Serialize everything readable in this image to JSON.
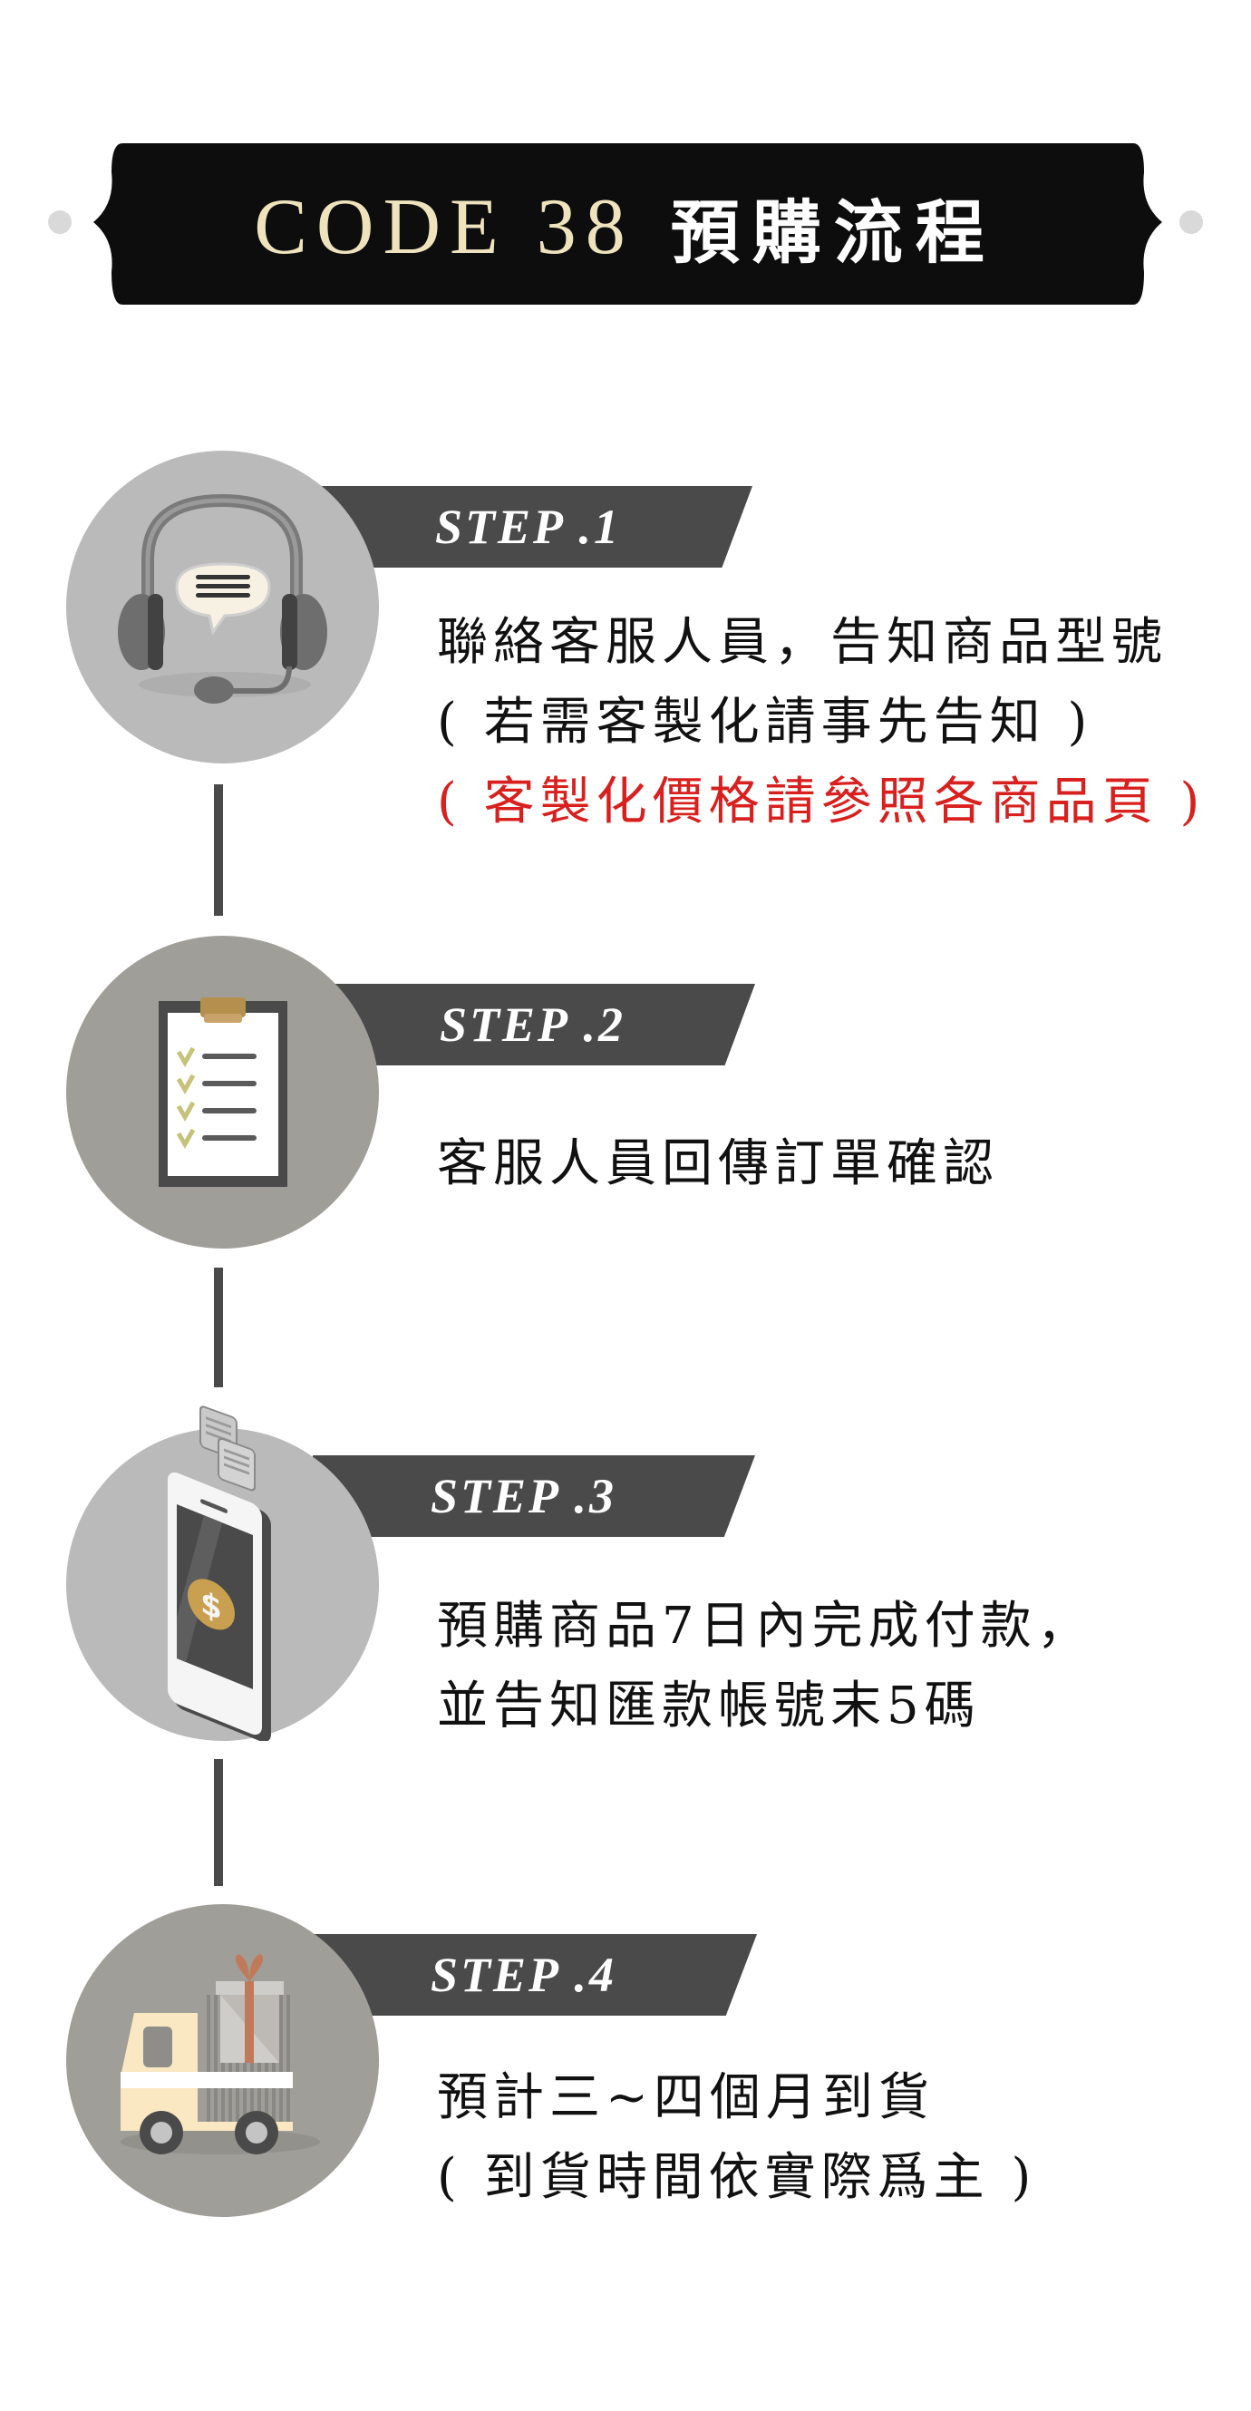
{
  "header": {
    "title_en": "CODE 38",
    "title_zh": "預購流程",
    "banner_color": "#0d0d0d",
    "title_en_color": "#efe3bd",
    "dot_color": "#d9d9d9"
  },
  "steps": [
    {
      "label": "STEP .1",
      "icon": "headset-icon",
      "lines": [
        "聯絡客服人員，告知商品型號",
        "( 若需客製化請事先告知 )"
      ],
      "highlight": "( 客製化價格請參照各商品頁 )",
      "highlight_color": "#d8201f"
    },
    {
      "label": "STEP .2",
      "icon": "clipboard-checklist-icon",
      "lines": [
        "客服人員回傳訂單確認"
      ]
    },
    {
      "label": "STEP .3",
      "icon": "smartphone-payment-icon",
      "lines": [
        "預購商品7日內完成付款，",
        "並告知匯款帳號末5碼"
      ]
    },
    {
      "label": "STEP .4",
      "icon": "delivery-truck-icon",
      "lines": [
        "預計三~四個月到貨",
        "( 到貨時間依實際爲主 )"
      ]
    }
  ],
  "colors": {
    "step_band": "#4a4a4a",
    "circle_light": "#bababa",
    "circle_dark": "#a09e99",
    "connector": "#4a4a4a"
  }
}
